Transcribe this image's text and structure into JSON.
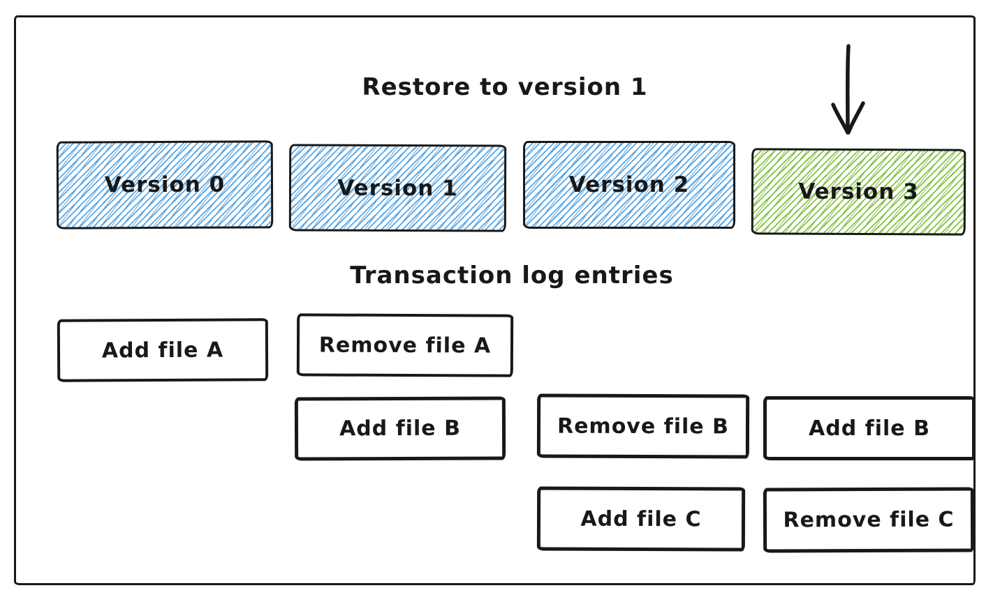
{
  "canvas": {
    "title": "Restore to version 1",
    "log_title": "Transaction log entries"
  },
  "versions": [
    {
      "label": "Version 0",
      "fill": "blue"
    },
    {
      "label": "Version 1",
      "fill": "blue"
    },
    {
      "label": "Version 2",
      "fill": "blue"
    },
    {
      "label": "Version 3",
      "fill": "green"
    }
  ],
  "arrow": {
    "direction": "down",
    "points_to": "Version 3"
  },
  "log_entries": [
    {
      "label": "Add file A",
      "column": 0,
      "row": 0
    },
    {
      "label": "Remove file A",
      "column": 1,
      "row": 0
    },
    {
      "label": "Add file B",
      "column": 1,
      "row": 1
    },
    {
      "label": "Remove file B",
      "column": 2,
      "row": 1
    },
    {
      "label": "Add file C",
      "column": 2,
      "row": 2
    },
    {
      "label": "Add file B",
      "column": 3,
      "row": 1
    },
    {
      "label": "Remove file C",
      "column": 3,
      "row": 2
    }
  ],
  "colors": {
    "ink": "#181818",
    "blue_hatch": "#58a6e4",
    "green_hatch": "#86c244"
  }
}
